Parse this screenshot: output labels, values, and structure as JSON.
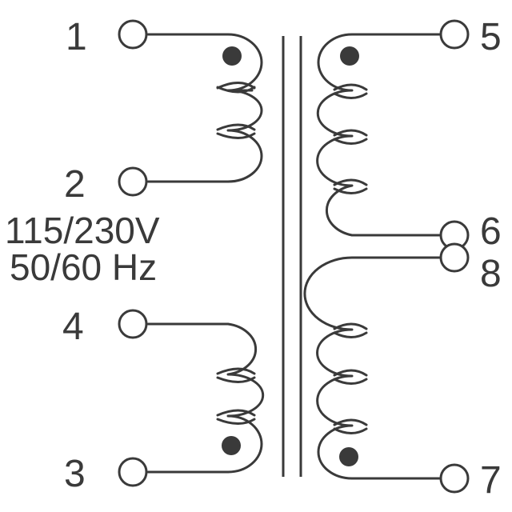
{
  "diagram": {
    "pins": {
      "p1": "1",
      "p2": "2",
      "p3": "3",
      "p4": "4",
      "p5": "5",
      "p6": "6",
      "p7": "7",
      "p8": "8"
    },
    "voltage_label": "115/230V",
    "frequency_label": "50/60 Hz"
  }
}
